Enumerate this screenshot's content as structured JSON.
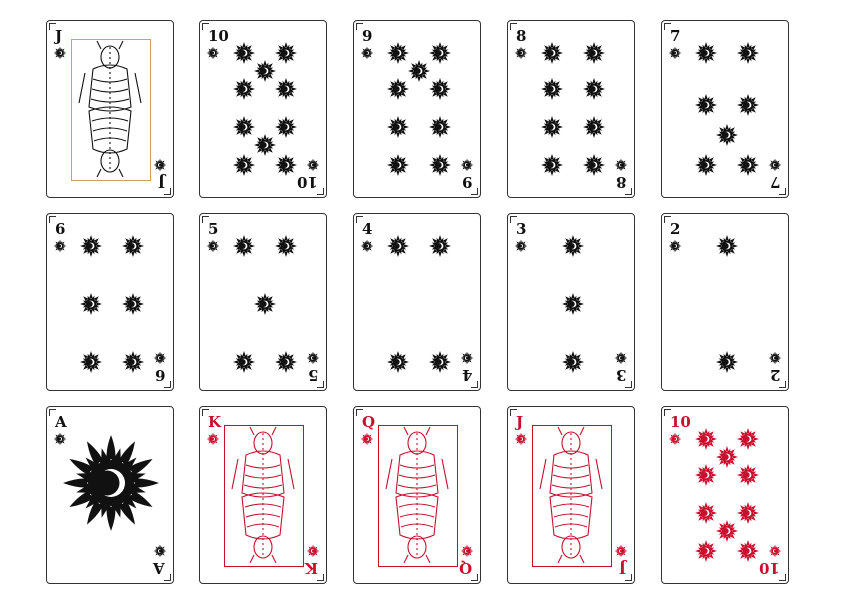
{
  "colors": {
    "black": "#111111",
    "red": "#c8102e",
    "frame_gold": "#c9a45a"
  },
  "cards": [
    {
      "id": "black-jack",
      "rank": "J",
      "color": "black",
      "type": "face",
      "icon": "jack-figure-icon"
    },
    {
      "id": "black-10",
      "rank": "10",
      "color": "black",
      "type": "pips",
      "count": 10
    },
    {
      "id": "black-9",
      "rank": "9",
      "color": "black",
      "type": "pips",
      "count": 9
    },
    {
      "id": "black-8",
      "rank": "8",
      "color": "black",
      "type": "pips",
      "count": 8
    },
    {
      "id": "black-7",
      "rank": "7",
      "color": "black",
      "type": "pips",
      "count": 7
    },
    {
      "id": "black-6",
      "rank": "6",
      "color": "black",
      "type": "pips",
      "count": 6
    },
    {
      "id": "black-5",
      "rank": "5",
      "color": "black",
      "type": "pips",
      "count": 5
    },
    {
      "id": "black-4",
      "rank": "4",
      "color": "black",
      "type": "pips",
      "count": 4
    },
    {
      "id": "black-3",
      "rank": "3",
      "color": "black",
      "type": "pips",
      "count": 3
    },
    {
      "id": "black-2",
      "rank": "2",
      "color": "black",
      "type": "pips",
      "count": 2
    },
    {
      "id": "black-ace",
      "rank": "A",
      "color": "black",
      "type": "ace",
      "icon": "sun-moon-icon"
    },
    {
      "id": "red-king",
      "rank": "K",
      "color": "red",
      "type": "face",
      "icon": "king-figure-icon"
    },
    {
      "id": "red-queen",
      "rank": "Q",
      "color": "red",
      "type": "face",
      "icon": "queen-figure-icon"
    },
    {
      "id": "red-jack",
      "rank": "J",
      "color": "red",
      "type": "face",
      "icon": "jack-figure-icon"
    },
    {
      "id": "red-10",
      "rank": "10",
      "color": "red",
      "type": "pips",
      "count": 10
    }
  ]
}
